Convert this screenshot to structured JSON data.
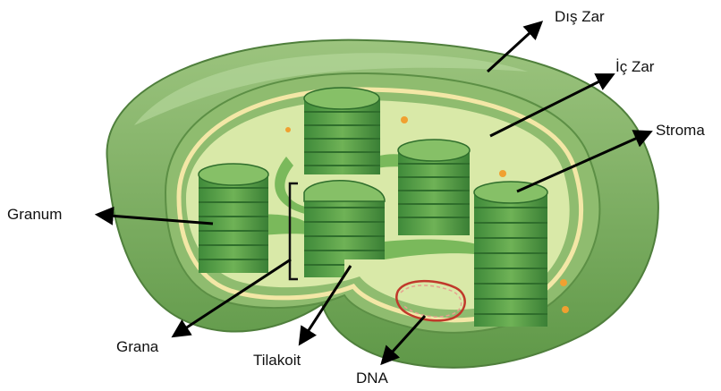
{
  "diagram": {
    "labels": {
      "outer_membrane": "Dış Zar",
      "inner_membrane": "İç Zar",
      "stroma": "Stroma",
      "granum": "Granum",
      "grana": "Grana",
      "thylakoid": "Tilakoit",
      "dna": "DNA"
    },
    "colors": {
      "outer_membrane": "#7fae62",
      "outer_membrane_dark": "#5c8f45",
      "inner_membrane_band": "#f3e7a6",
      "stroma": "#d9e9a8",
      "thylakoid_light": "#86c067",
      "thylakoid_dark": "#3f8a3a",
      "dna": "#c0392b",
      "arrow": "#000000",
      "granule": "#f0a030"
    }
  }
}
